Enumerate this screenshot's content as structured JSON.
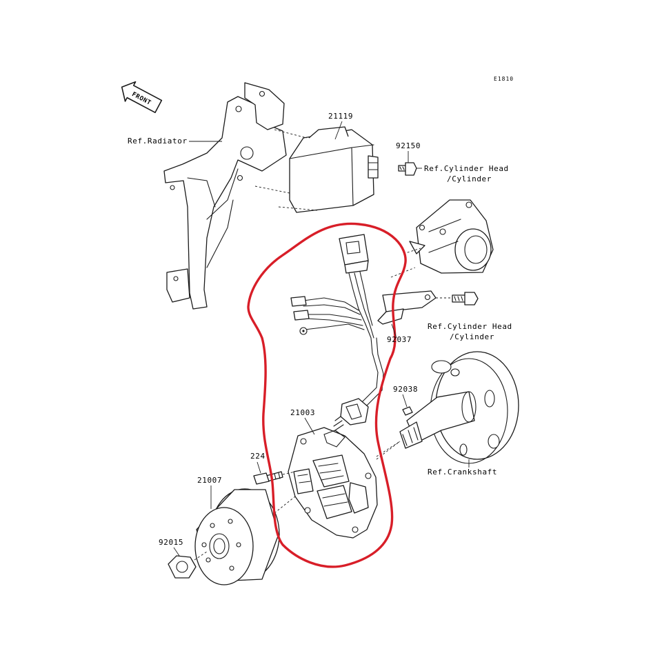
{
  "diagram_code": "E1810",
  "direction_label": "FRONT",
  "labels": {
    "ref_radiator": "Ref.Radiator",
    "ref_cyl_head_1_line1": "Ref.Cylinder Head",
    "ref_cyl_head_1_line2": "/Cylinder",
    "ref_cyl_head_2_line1": "Ref.Cylinder Head",
    "ref_cyl_head_2_line2": "/Cylinder",
    "ref_crankshaft": "Ref.Crankshaft"
  },
  "parts": {
    "cdi_unit": "21119",
    "bolt_upper": "92150",
    "pickup_bracket": "92037",
    "woodruff_key": "92038",
    "stator": "21003",
    "screw": "224",
    "flywheel": "21007",
    "nut": "92015"
  },
  "highlight_color": "#d81e28"
}
